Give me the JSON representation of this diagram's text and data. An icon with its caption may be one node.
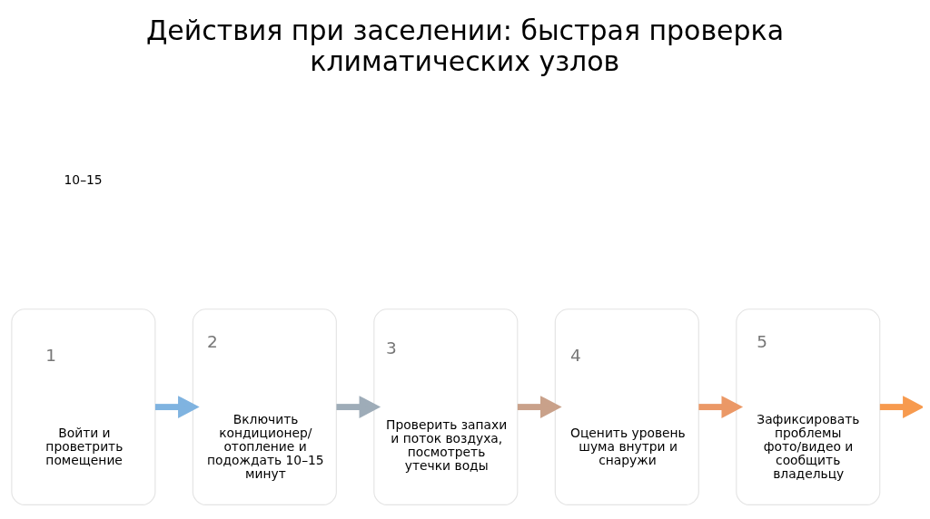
{
  "diagram": {
    "title": "Действия при заселении: быстрая проверка климатических узлов",
    "nodes": [
      {
        "text": [
          "1",
          "Войти и проветрить помещение"
        ]
      },
      {
        "text": [
          "2",
          "Включить кондиционер/ отопление и подождать 10–15 минут"
        ]
      },
      {
        "text": [
          "3",
          "Проверить запахи и поток воздуха, посмотреть утечки воды"
        ]
      },
      {
        "text": [
          "4",
          "Оценить уровень шума внутри и снаружи"
        ]
      },
      {
        "text": [
          "5",
          "Зафиксировать проблемы фото/видео и сообщить владельцу"
        ]
      }
    ],
    "edges": [
      {
        "from": 0,
        "to": 1,
        "arrow": "to",
        "color": "#7fb3e0"
      },
      {
        "from": 1,
        "to": 2,
        "arrow": "to",
        "color": "#9eacb8"
      },
      {
        "from": 2,
        "to": 3,
        "arrow": "to",
        "color": "#c9a18a"
      },
      {
        "from": 3,
        "to": 4,
        "arrow": "to",
        "color": "#eb9866"
      },
      {
        "from": 4,
        "to": null,
        "arrow": "to",
        "color": "#f79a4e"
      }
    ],
    "labels": [
      "10–15"
    ]
  }
}
